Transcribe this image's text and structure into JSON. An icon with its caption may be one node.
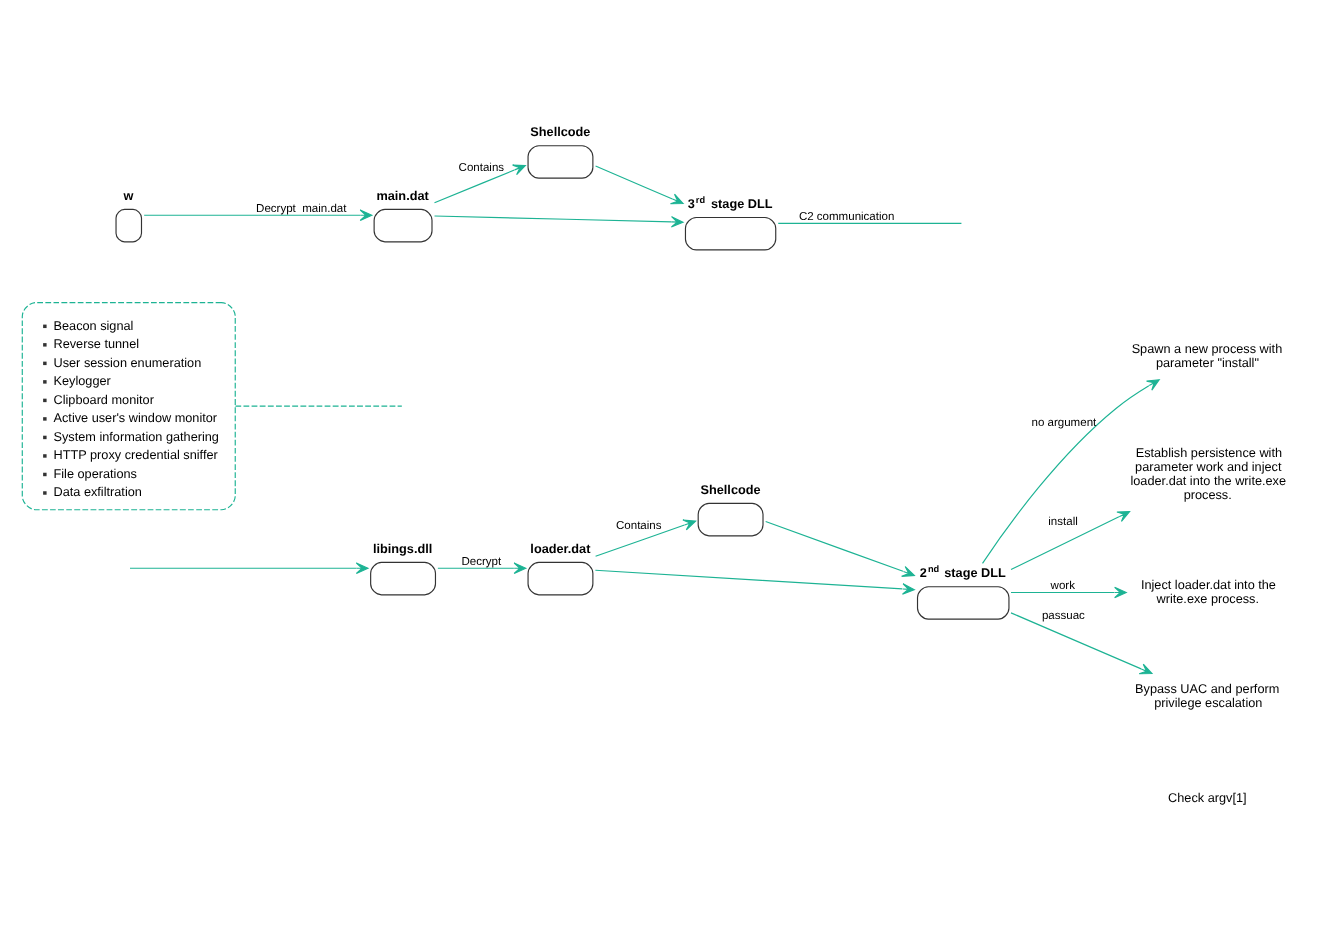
{
  "diagram": {
    "nodes": [
      {
        "text": [
          "libings.dll"
        ]
      },
      {
        "text": [
          "loader.dat"
        ]
      },
      {
        "text": [
          "Shellcode"
        ]
      },
      {
        "text": [
          "2$^{nd}$ stage DLL"
        ]
      },
      {
        "text": [
          "Spawn a new process with parameter \"install\""
        ]
      },
      {
        "text": [
          "Establish persistence with parameter work and inject loader.dat into the write.exe process."
        ]
      },
      {
        "text": [
          "Inject loader.dat into the write.exe process."
        ]
      },
      {
        "text": [
          "Bypass UAC and perform privilege escalation"
        ]
      },
      {
        "text": [
          "Beacon signal",
          "Reverse tunnel",
          "User session enumeration",
          "Keylogger",
          "Clipboard monitor",
          "Active user's window monitor",
          "System information gathering",
          "HTTP proxy credential sniffer",
          "File operations",
          "Data exfiltration"
        ]
      },
      {
        "text": [
          "Shellcode"
        ]
      },
      {
        "text": [
          "3$^{rd}$ stage DLL"
        ]
      },
      {
        "text": [
          "main.dat"
        ]
      },
      {
        "text": [
          "w"
        ]
      }
    ],
    "edges": [
      {
        "from": null,
        "to": 0,
        "arrow": "to"
      },
      {
        "from": 0,
        "to": 1,
        "arrow": "to",
        "label": "Decrypt"
      },
      {
        "from": 1,
        "to": 2,
        "arrow": "to",
        "label": "Contains"
      },
      {
        "from": 1,
        "to": 3,
        "arrow": "to"
      },
      {
        "from": 2,
        "to": 3,
        "arrow": "to"
      },
      {
        "from": 3,
        "to": 4,
        "arrow": "to",
        "label": "no argument"
      },
      {
        "from": 3,
        "to": 5,
        "arrow": "to",
        "label": "install"
      },
      {
        "from": 3,
        "to": 6,
        "arrow": "to",
        "label": "work"
      },
      {
        "from": 3,
        "to": 7,
        "arrow": "to",
        "label": "passuac"
      },
      {
        "from": 12,
        "to": 11,
        "arrow": "to",
        "label": "Decrypt  main.dat"
      },
      {
        "from": 11,
        "to": 9,
        "arrow": "to",
        "label": "Contains"
      },
      {
        "from": 11,
        "to": 10,
        "arrow": "to"
      },
      {
        "from": 9,
        "to": 10,
        "arrow": "to"
      },
      {
        "from": 10,
        "to": null,
        "arrow": "none",
        "label": "C2 communication"
      },
      {
        "from": 8,
        "to": null,
        "arrow": "none",
        "style": "dashed"
      }
    ],
    "labels": [
      "Check argv[1]"
    ]
  }
}
